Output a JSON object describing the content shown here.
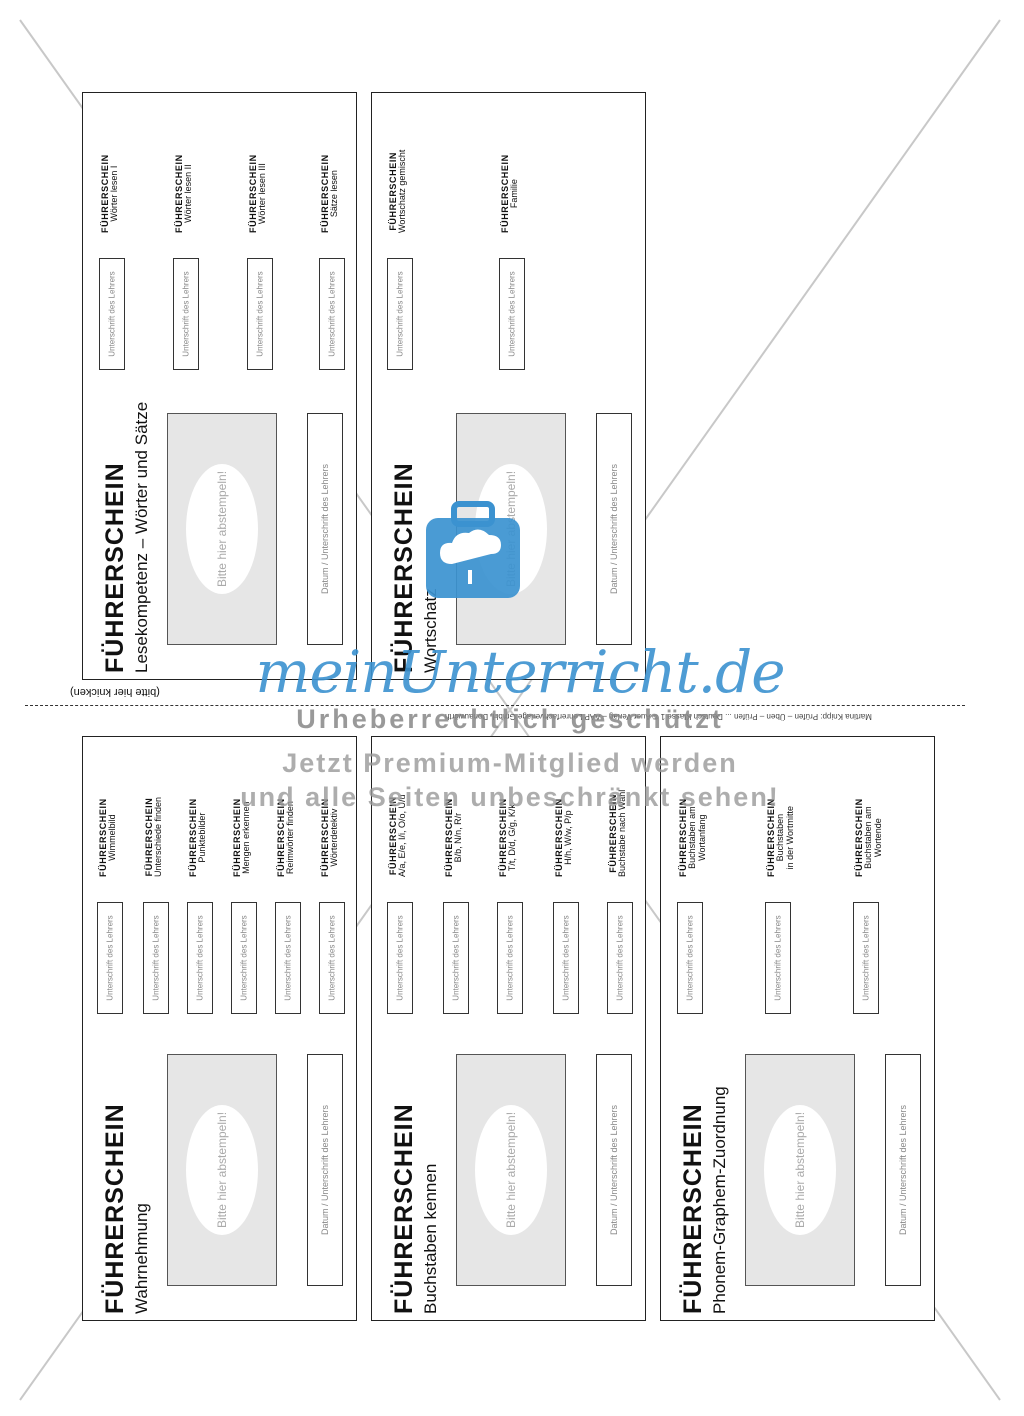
{
  "fold_label": "(bitte hier knicken)",
  "credit": "Martina Knipp: Prüfen – Üben – Prüfen ... Deutsch Klasse 1 © Auer Verlag – AAP Lehrerfachverlage GmbH, Donauwörth",
  "stamp_text": "Bitte hier abstempeln!",
  "date_sig_text": "Datum / Unterschrift des Lehrers",
  "teacher_sig_text": "Unterschrift des Lehrers",
  "watermark": {
    "brand": "meinUnterricht.de",
    "protected": "Urheberrechtlich geschützt",
    "premium_line1": "Jetzt Premium-Mitglied werden",
    "premium_line2": "und alle Seiten unbeschränkt sehen!"
  },
  "cards": [
    {
      "title": "FÜHRERSCHEIN",
      "subtitle": "Lesekompetenz – Wörter und Sätze",
      "items": [
        {
          "title": "FÜHRERSCHEIN",
          "sub": [
            "Wörter lesen I"
          ]
        },
        {
          "title": "FÜHRERSCHEIN",
          "sub": [
            "Wörter lesen II"
          ]
        },
        {
          "title": "FÜHRERSCHEIN",
          "sub": [
            "Wörter lesen III"
          ]
        },
        {
          "title": "FÜHRERSCHEIN",
          "sub": [
            "Sätze lesen"
          ]
        }
      ]
    },
    {
      "title": "FÜHRERSCHEIN",
      "subtitle": "Wortschatz",
      "items": [
        {
          "title": "FÜHRERSCHEIN",
          "sub": [
            "Wortschatz gemischt"
          ]
        },
        {
          "title": "FÜHRERSCHEIN",
          "sub": [
            "Familie"
          ]
        }
      ]
    },
    {
      "title": "FÜHRERSCHEIN",
      "subtitle": "Wahrnehmung",
      "items": [
        {
          "title": "FÜHRERSCHEIN",
          "sub": [
            "Wimmelbild"
          ]
        },
        {
          "title": "FÜHRERSCHEIN",
          "sub": [
            "Unterschiede finden"
          ]
        },
        {
          "title": "FÜHRERSCHEIN",
          "sub": [
            "Punktebilder"
          ]
        },
        {
          "title": "FÜHRERSCHEIN",
          "sub": [
            "Mengen erkennen"
          ]
        },
        {
          "title": "FÜHRERSCHEIN",
          "sub": [
            "Reimwörter finden"
          ]
        },
        {
          "title": "FÜHRERSCHEIN",
          "sub": [
            "Wörterdetektiv"
          ]
        }
      ]
    },
    {
      "title": "FÜHRERSCHEIN",
      "subtitle": "Buchstaben kennen",
      "items": [
        {
          "title": "FÜHRERSCHEIN",
          "sub": [
            "A/a, E/e, I/i, O/o, U/u"
          ]
        },
        {
          "title": "FÜHRERSCHEIN",
          "sub": [
            "B/b, N/n, R/r"
          ]
        },
        {
          "title": "FÜHRERSCHEIN",
          "sub": [
            "T/t, D/d, G/g, K/k"
          ]
        },
        {
          "title": "FÜHRERSCHEIN",
          "sub": [
            "H/h, W/w, P/p"
          ]
        },
        {
          "title": "FÜHRERSCHEIN",
          "sub": [
            "Buchstabe nach Wahl"
          ]
        }
      ]
    },
    {
      "title": "FÜHRERSCHEIN",
      "subtitle": "Phonem-Graphem-Zuordnung",
      "items": [
        {
          "title": "FÜHRERSCHEIN",
          "sub": [
            "Buchstaben am",
            "Wortanfang"
          ]
        },
        {
          "title": "FÜHRERSCHEIN",
          "sub": [
            "Buchstaben",
            "in der Wortmitte"
          ]
        },
        {
          "title": "FÜHRERSCHEIN",
          "sub": [
            "Buchstaben am",
            "Wortende"
          ]
        }
      ]
    }
  ]
}
